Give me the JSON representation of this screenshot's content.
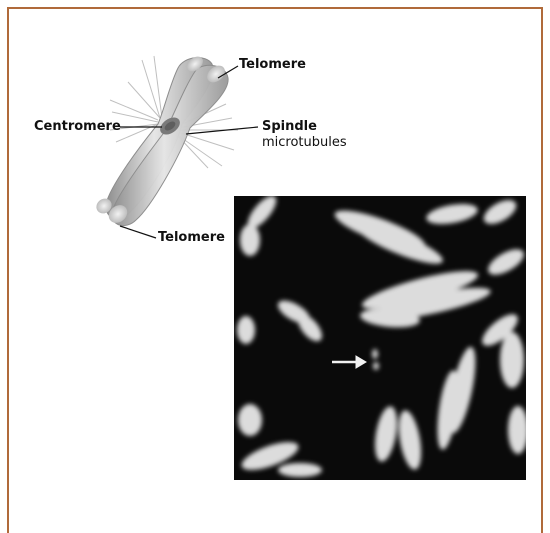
{
  "labels": {
    "telomere_top": "Telomere",
    "centromere": "Centromere",
    "spindle": "Spindle",
    "microtubules": "microtubules",
    "telomere_bottom": "Telomere"
  },
  "colors": {
    "frame_border": "#b06a3a",
    "chromosome": "#bfbfbf",
    "micrograph_bg": "#0a0a0a"
  },
  "icons": {
    "pointer_arrow": "arrow-right-icon"
  }
}
